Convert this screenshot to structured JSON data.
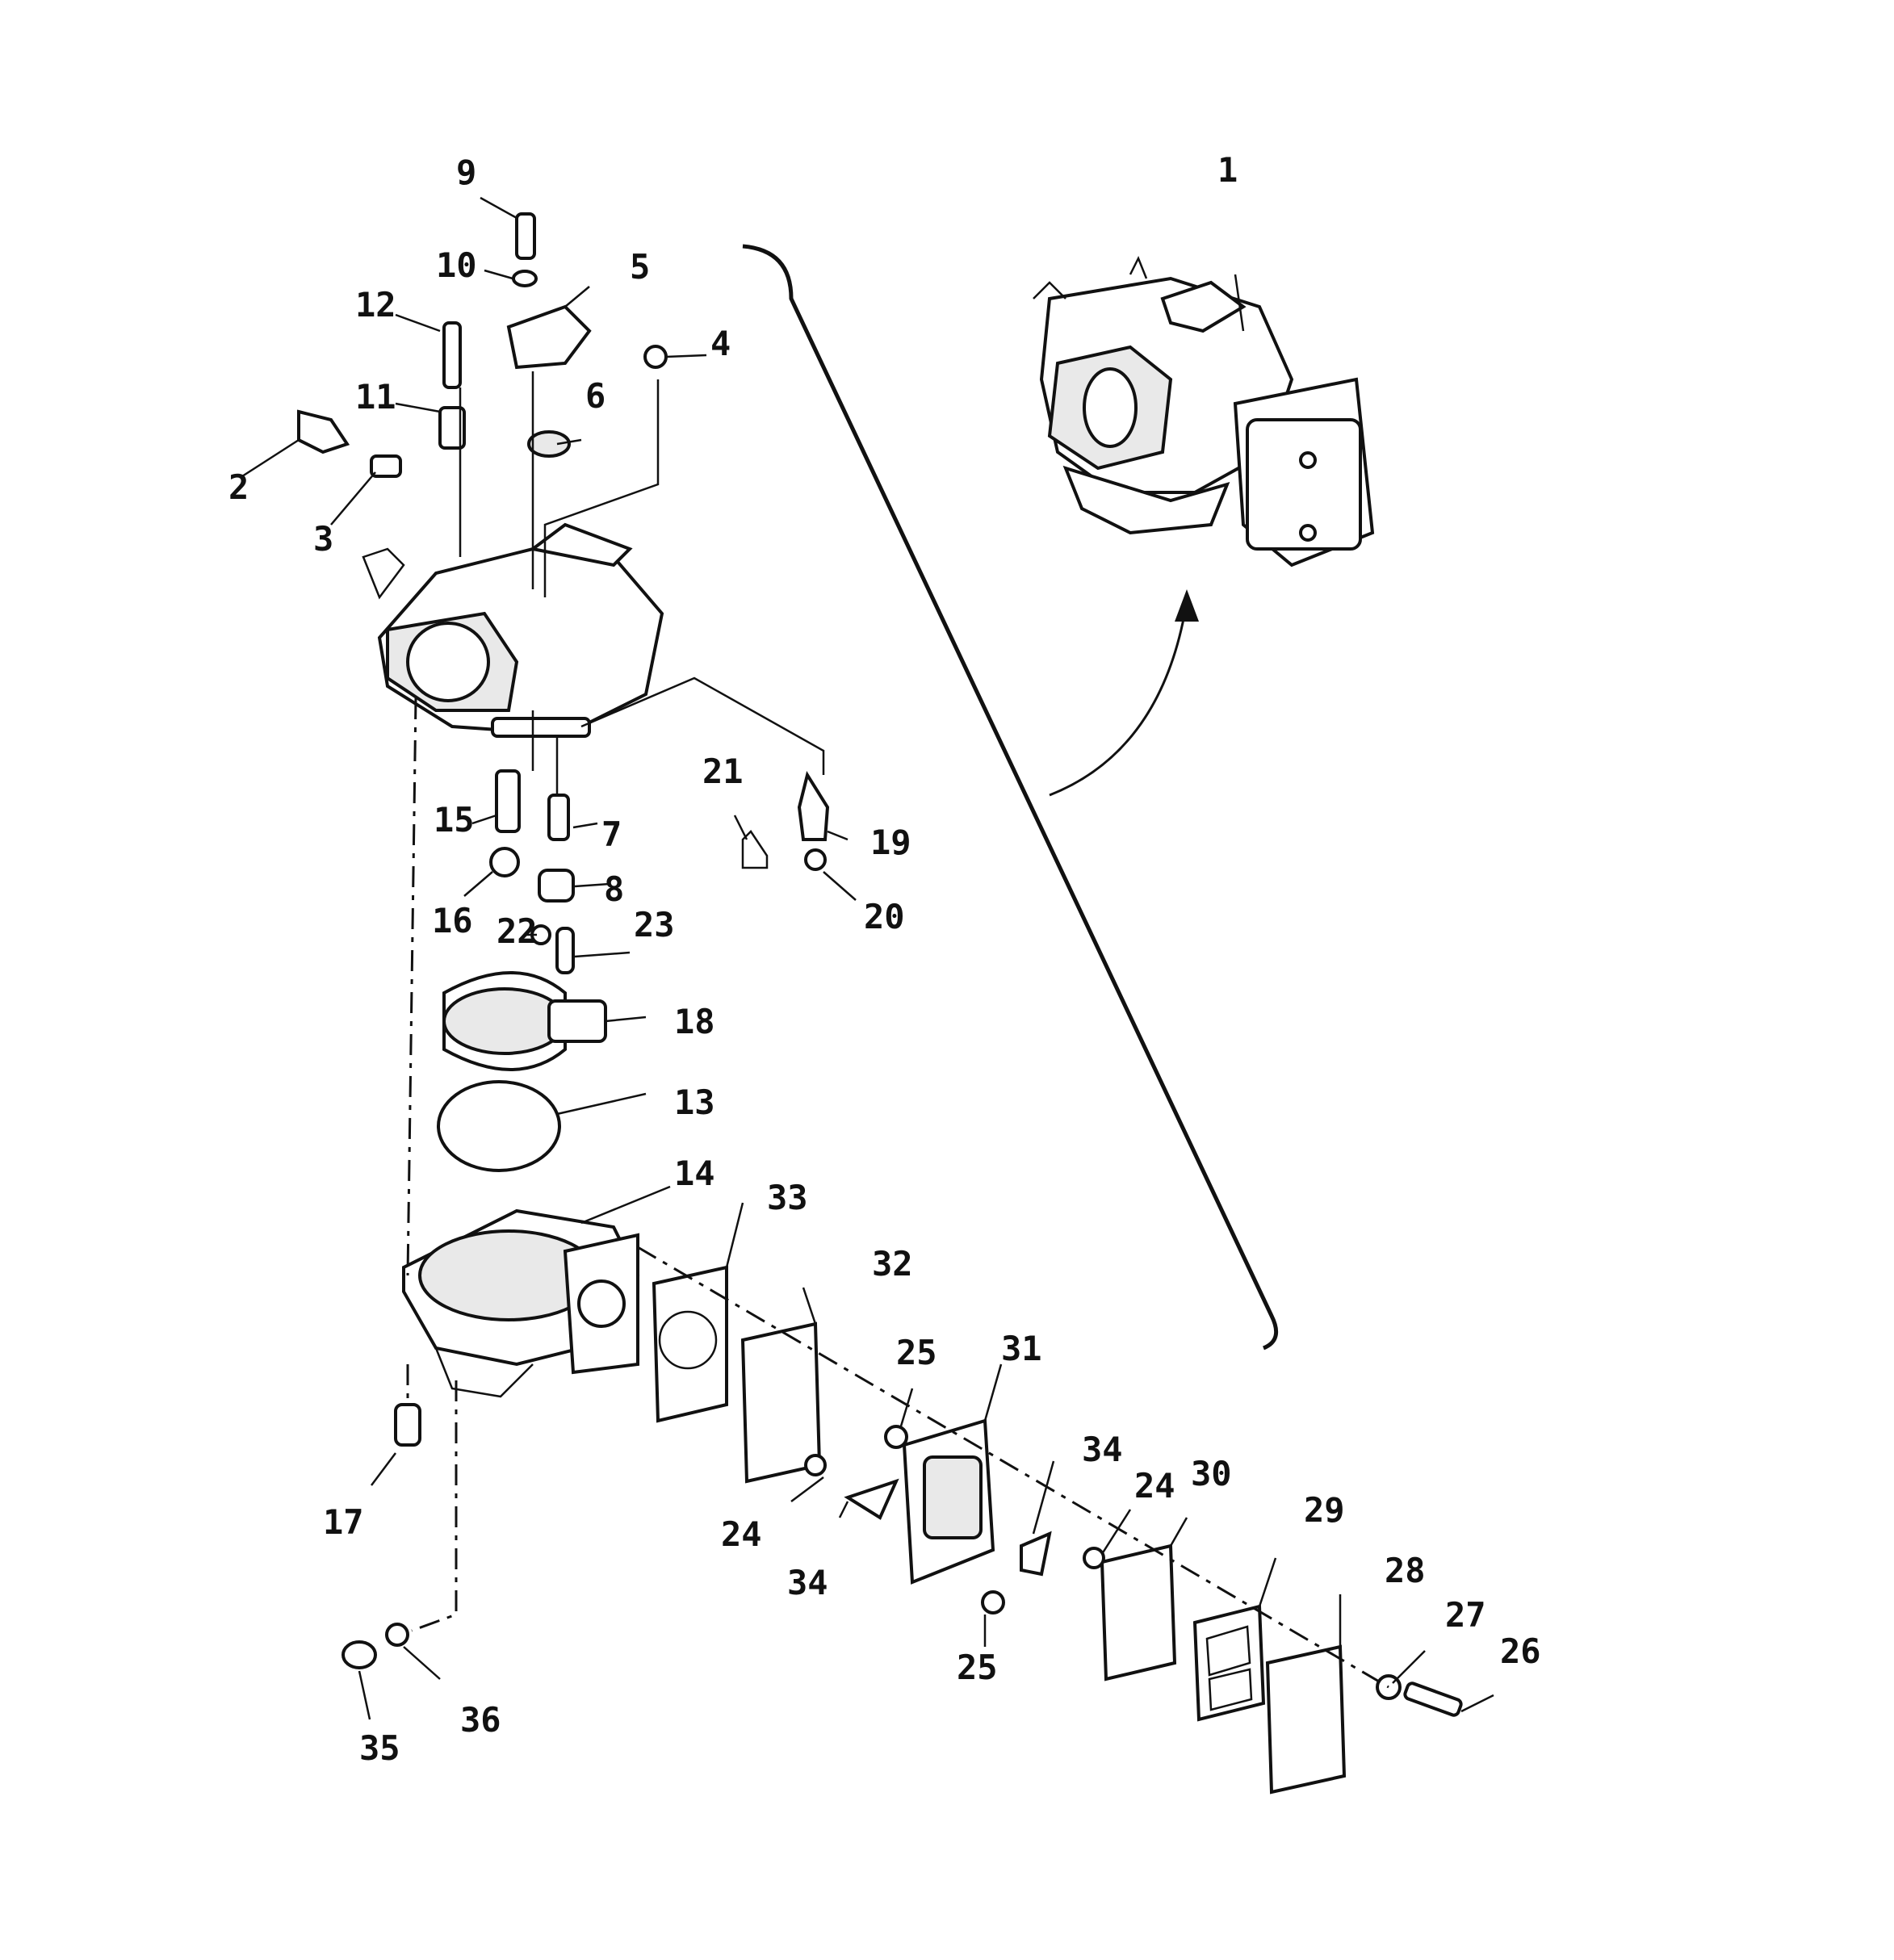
{
  "diagram": {
    "callouts": [
      "1",
      "2",
      "3",
      "4",
      "5",
      "6",
      "7",
      "8",
      "9",
      "10",
      "11",
      "12",
      "13",
      "14",
      "15",
      "16",
      "17",
      "18",
      "19",
      "20",
      "21",
      "22",
      "23",
      "24",
      "24",
      "25",
      "25",
      "26",
      "27",
      "28",
      "29",
      "30",
      "31",
      "32",
      "33",
      "34",
      "34",
      "35",
      "36"
    ]
  }
}
